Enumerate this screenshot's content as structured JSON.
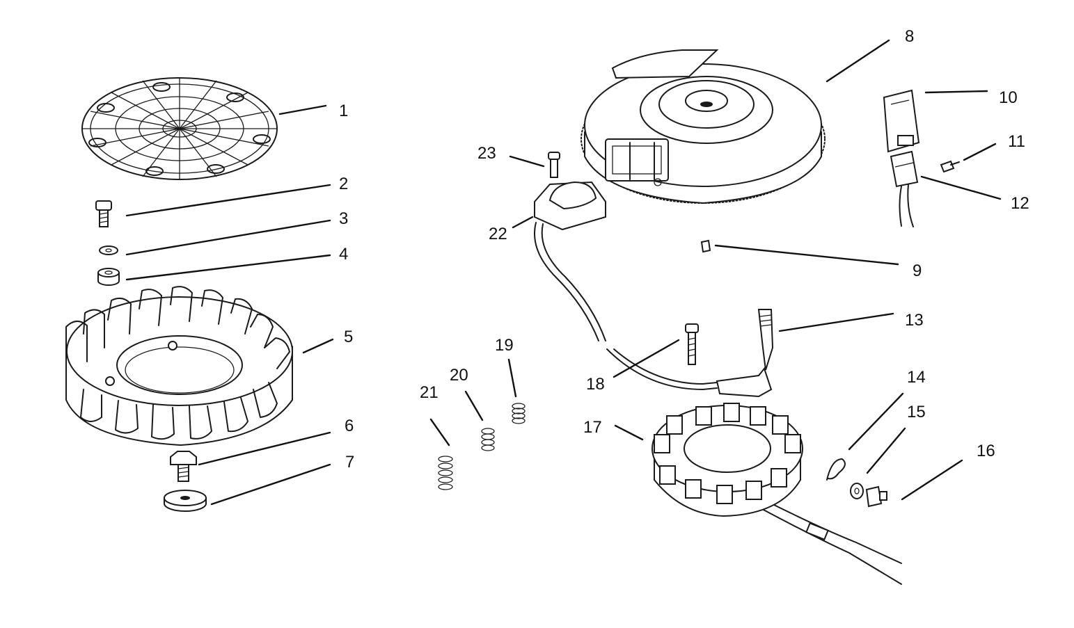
{
  "diagram": {
    "colors": {
      "ink": "#1a1a1a",
      "background": "#ffffff"
    },
    "callouts": [
      {
        "id": "1",
        "label": "1"
      },
      {
        "id": "2",
        "label": "2"
      },
      {
        "id": "3",
        "label": "3"
      },
      {
        "id": "4",
        "label": "4"
      },
      {
        "id": "5",
        "label": "5"
      },
      {
        "id": "6",
        "label": "6"
      },
      {
        "id": "7",
        "label": "7"
      },
      {
        "id": "8",
        "label": "8"
      },
      {
        "id": "9",
        "label": "9"
      },
      {
        "id": "10",
        "label": "10"
      },
      {
        "id": "11",
        "label": "11"
      },
      {
        "id": "12",
        "label": "12"
      },
      {
        "id": "13",
        "label": "13"
      },
      {
        "id": "14",
        "label": "14"
      },
      {
        "id": "15",
        "label": "15"
      },
      {
        "id": "16",
        "label": "16"
      },
      {
        "id": "17",
        "label": "17"
      },
      {
        "id": "18",
        "label": "18"
      },
      {
        "id": "19",
        "label": "19"
      },
      {
        "id": "20",
        "label": "20"
      },
      {
        "id": "21",
        "label": "21"
      },
      {
        "id": "22",
        "label": "22"
      },
      {
        "id": "23",
        "label": "23"
      }
    ]
  }
}
